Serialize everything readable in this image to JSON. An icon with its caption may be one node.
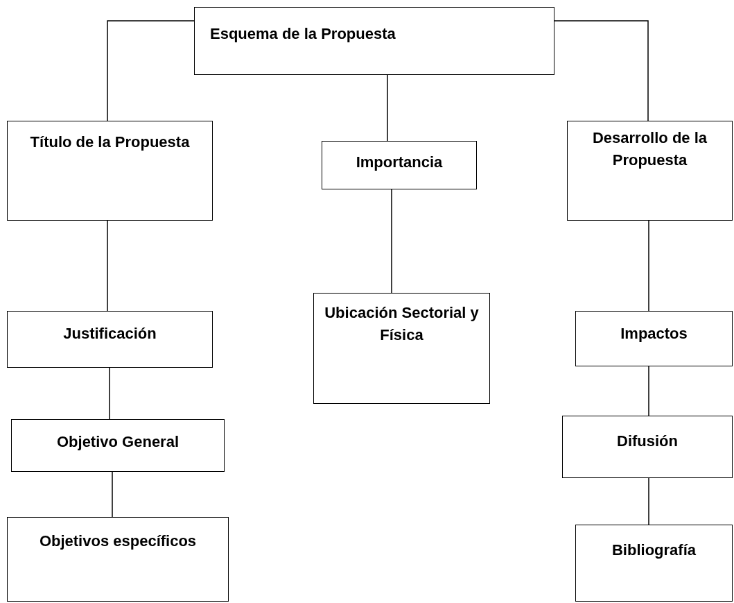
{
  "diagram": {
    "nodes": [
      {
        "text": [
          "Esquema de la Propuesta"
        ]
      },
      {
        "text": [
          "Título de la Propuesta"
        ]
      },
      {
        "text": [
          "Importancia"
        ]
      },
      {
        "text": [
          "Desarrollo de la Propuesta"
        ]
      },
      {
        "text": [
          "Justificación"
        ]
      },
      {
        "text": [
          "Ubicación Sectorial y Física"
        ]
      },
      {
        "text": [
          "Impactos"
        ]
      },
      {
        "text": [
          "Objetivo General"
        ]
      },
      {
        "text": [
          "Difusión"
        ]
      },
      {
        "text": [
          "Objetivos específicos"
        ]
      },
      {
        "text": [
          "Bibliografía"
        ]
      }
    ],
    "edges": [
      {
        "from": 0,
        "to": 1,
        "arrow": "none"
      },
      {
        "from": 0,
        "to": 2,
        "arrow": "none"
      },
      {
        "from": 0,
        "to": 3,
        "arrow": "none"
      },
      {
        "from": 1,
        "to": 4,
        "arrow": "none"
      },
      {
        "from": 2,
        "to": 5,
        "arrow": "none"
      },
      {
        "from": 3,
        "to": 6,
        "arrow": "none"
      },
      {
        "from": 4,
        "to": 7,
        "arrow": "none"
      },
      {
        "from": 7,
        "to": 9,
        "arrow": "none"
      },
      {
        "from": 6,
        "to": 8,
        "arrow": "none"
      },
      {
        "from": 8,
        "to": 10,
        "arrow": "none"
      }
    ]
  }
}
